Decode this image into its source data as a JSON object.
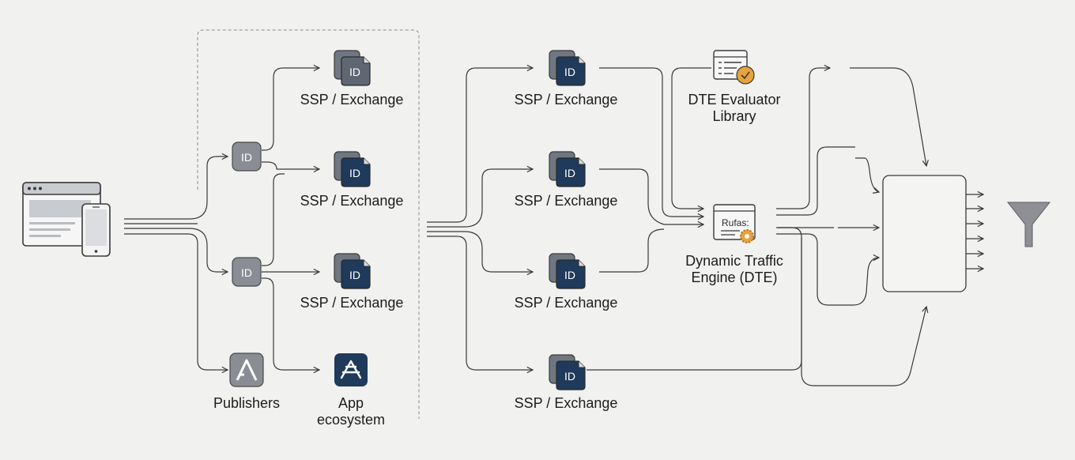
{
  "diagram": {
    "title": "Programmatic ad traffic flow with Dynamic Traffic Engine",
    "colors": {
      "background": "#f1f1f0",
      "line": "#3a3a3a",
      "id_gray": "#8a8d93",
      "id_slate": "#6b7480",
      "id_navy": "#1f3a5a",
      "accent_orange": "#e8a33c",
      "box_border": "#4a4a4a",
      "funnel": "#8e9095"
    },
    "source": {
      "icon": "browser-and-mobile-device-icon"
    },
    "publisher_ids": [
      {
        "badge": "ID"
      },
      {
        "badge": "ID"
      }
    ],
    "left_ssps": [
      {
        "badge": "ID",
        "label": "SSP / Exchange"
      },
      {
        "badge": "ID",
        "label": "SSP / Exchange"
      },
      {
        "badge": "ID",
        "label": "SSP / Exchange"
      }
    ],
    "publishers": {
      "label": "Publishers",
      "icon": "letter-a-icon"
    },
    "app_ecosystem": {
      "label_line1": "App",
      "label_line2": "ecosystem",
      "icon": "app-store-icon"
    },
    "right_ssps": [
      {
        "badge": "ID",
        "label": "SSP / Exchange"
      },
      {
        "badge": "ID",
        "label": "SSP / Exchange"
      },
      {
        "badge": "ID",
        "label": "SSP / Exchange"
      },
      {
        "badge": "ID",
        "label": "SSP / Exchange"
      }
    ],
    "dte_evaluator": {
      "label_line1": "DTE Evaluator",
      "label_line2": "Library",
      "icon": "checklist-window-icon"
    },
    "dte": {
      "label_line1": "Dynamic Traffic",
      "label_line2": "Engine (DTE)",
      "window_text": "Rufas:",
      "icon": "rules-window-gear-icon"
    },
    "output_box": {
      "outputs": 6
    },
    "funnel": {
      "icon": "funnel-icon"
    }
  }
}
